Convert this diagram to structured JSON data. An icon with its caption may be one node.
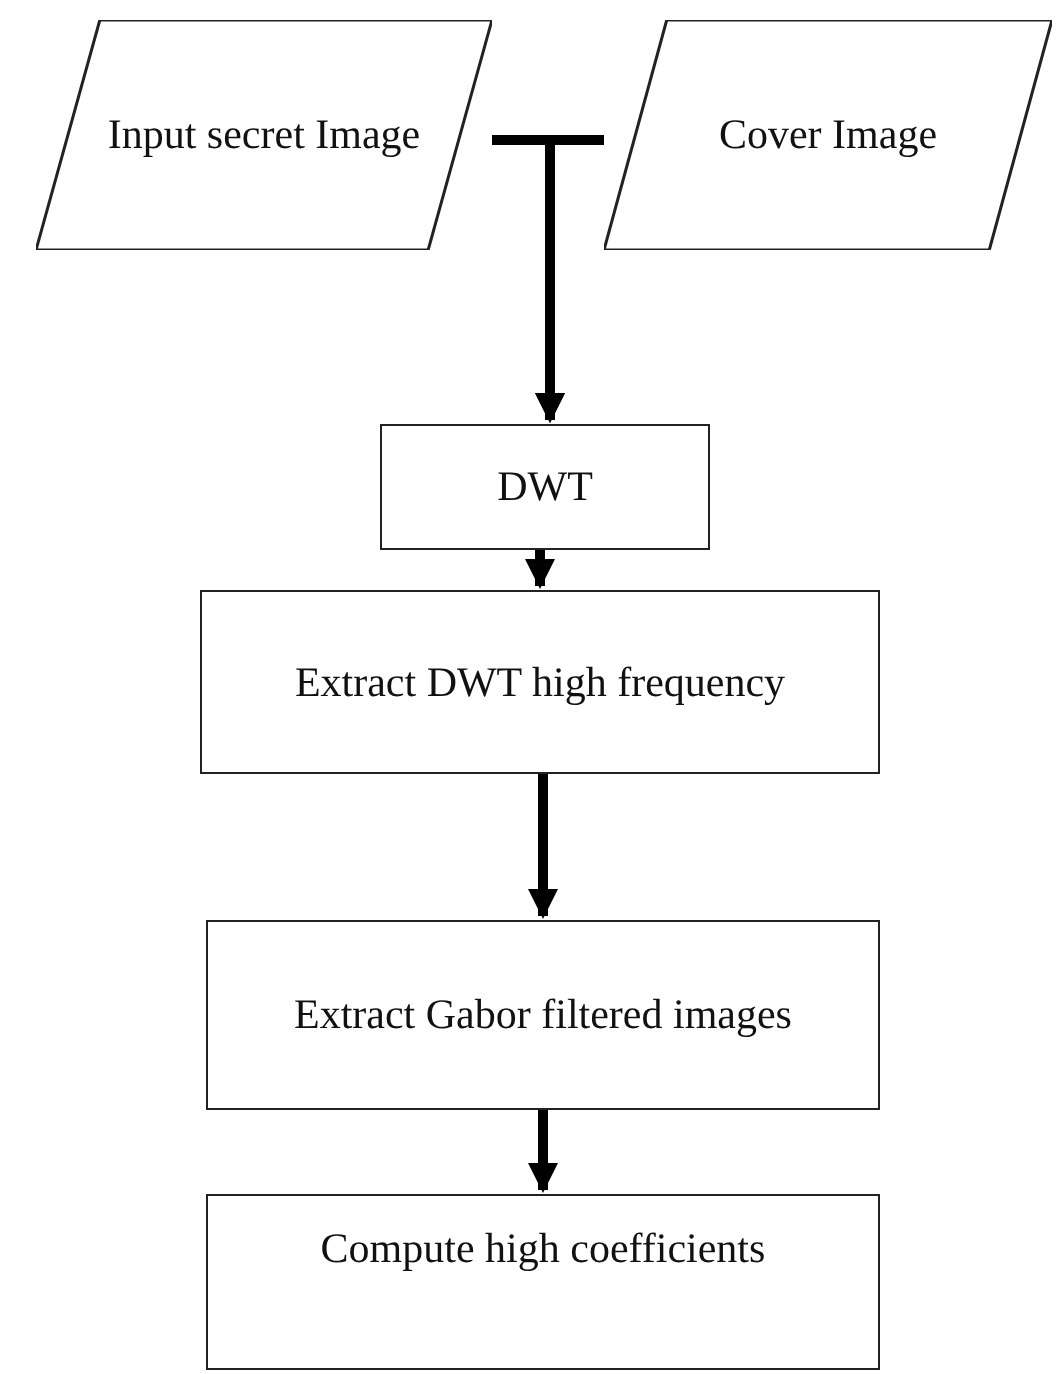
{
  "diagram": {
    "nodes": [
      {
        "text": [
          "Input secret Image"
        ]
      },
      {
        "text": [
          "Cover Image"
        ]
      },
      {
        "text": [
          "DWT"
        ]
      },
      {
        "text": [
          "Extract DWT high frequency"
        ]
      },
      {
        "text": [
          "Extract Gabor filtered images"
        ]
      },
      {
        "text": [
          "Compute high coefficients"
        ]
      }
    ],
    "edges": [
      {
        "from": 0,
        "to": 2,
        "arrow": "to"
      },
      {
        "from": 1,
        "to": 2,
        "arrow": "to"
      },
      {
        "from": 2,
        "to": 3,
        "arrow": "to"
      },
      {
        "from": 3,
        "to": 4,
        "arrow": "to"
      },
      {
        "from": 4,
        "to": 5,
        "arrow": "to"
      }
    ]
  }
}
